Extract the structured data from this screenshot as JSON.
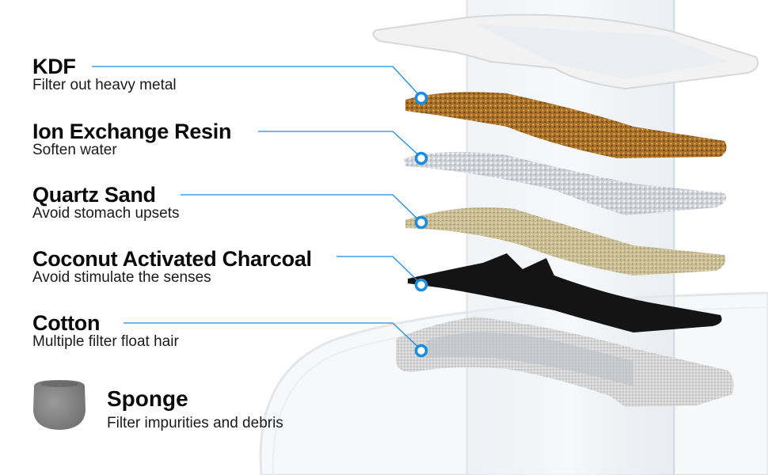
{
  "layers": [
    {
      "title": "KDF",
      "desc": "Filter out heavy metal"
    },
    {
      "title": "Ion Exchange Resin",
      "desc": "Soften water"
    },
    {
      "title": "Quartz Sand",
      "desc": "Avoid stomach upsets"
    },
    {
      "title": "Coconut Activated Charcoal",
      "desc": "Avoid stimulate the senses"
    },
    {
      "title": "Cotton",
      "desc": "Multiple filter float hair"
    }
  ],
  "sponge": {
    "title": "Sponge",
    "desc": "Filter impurities and debris"
  },
  "colors": {
    "accent": "#1a8de0",
    "kdf": "#b47a2c",
    "resin": "#c9ccd2",
    "quartz": "#cbbf98",
    "charcoal": "#141414",
    "cotton": "#d4d4d4",
    "sponge": "#8a8a8a"
  }
}
